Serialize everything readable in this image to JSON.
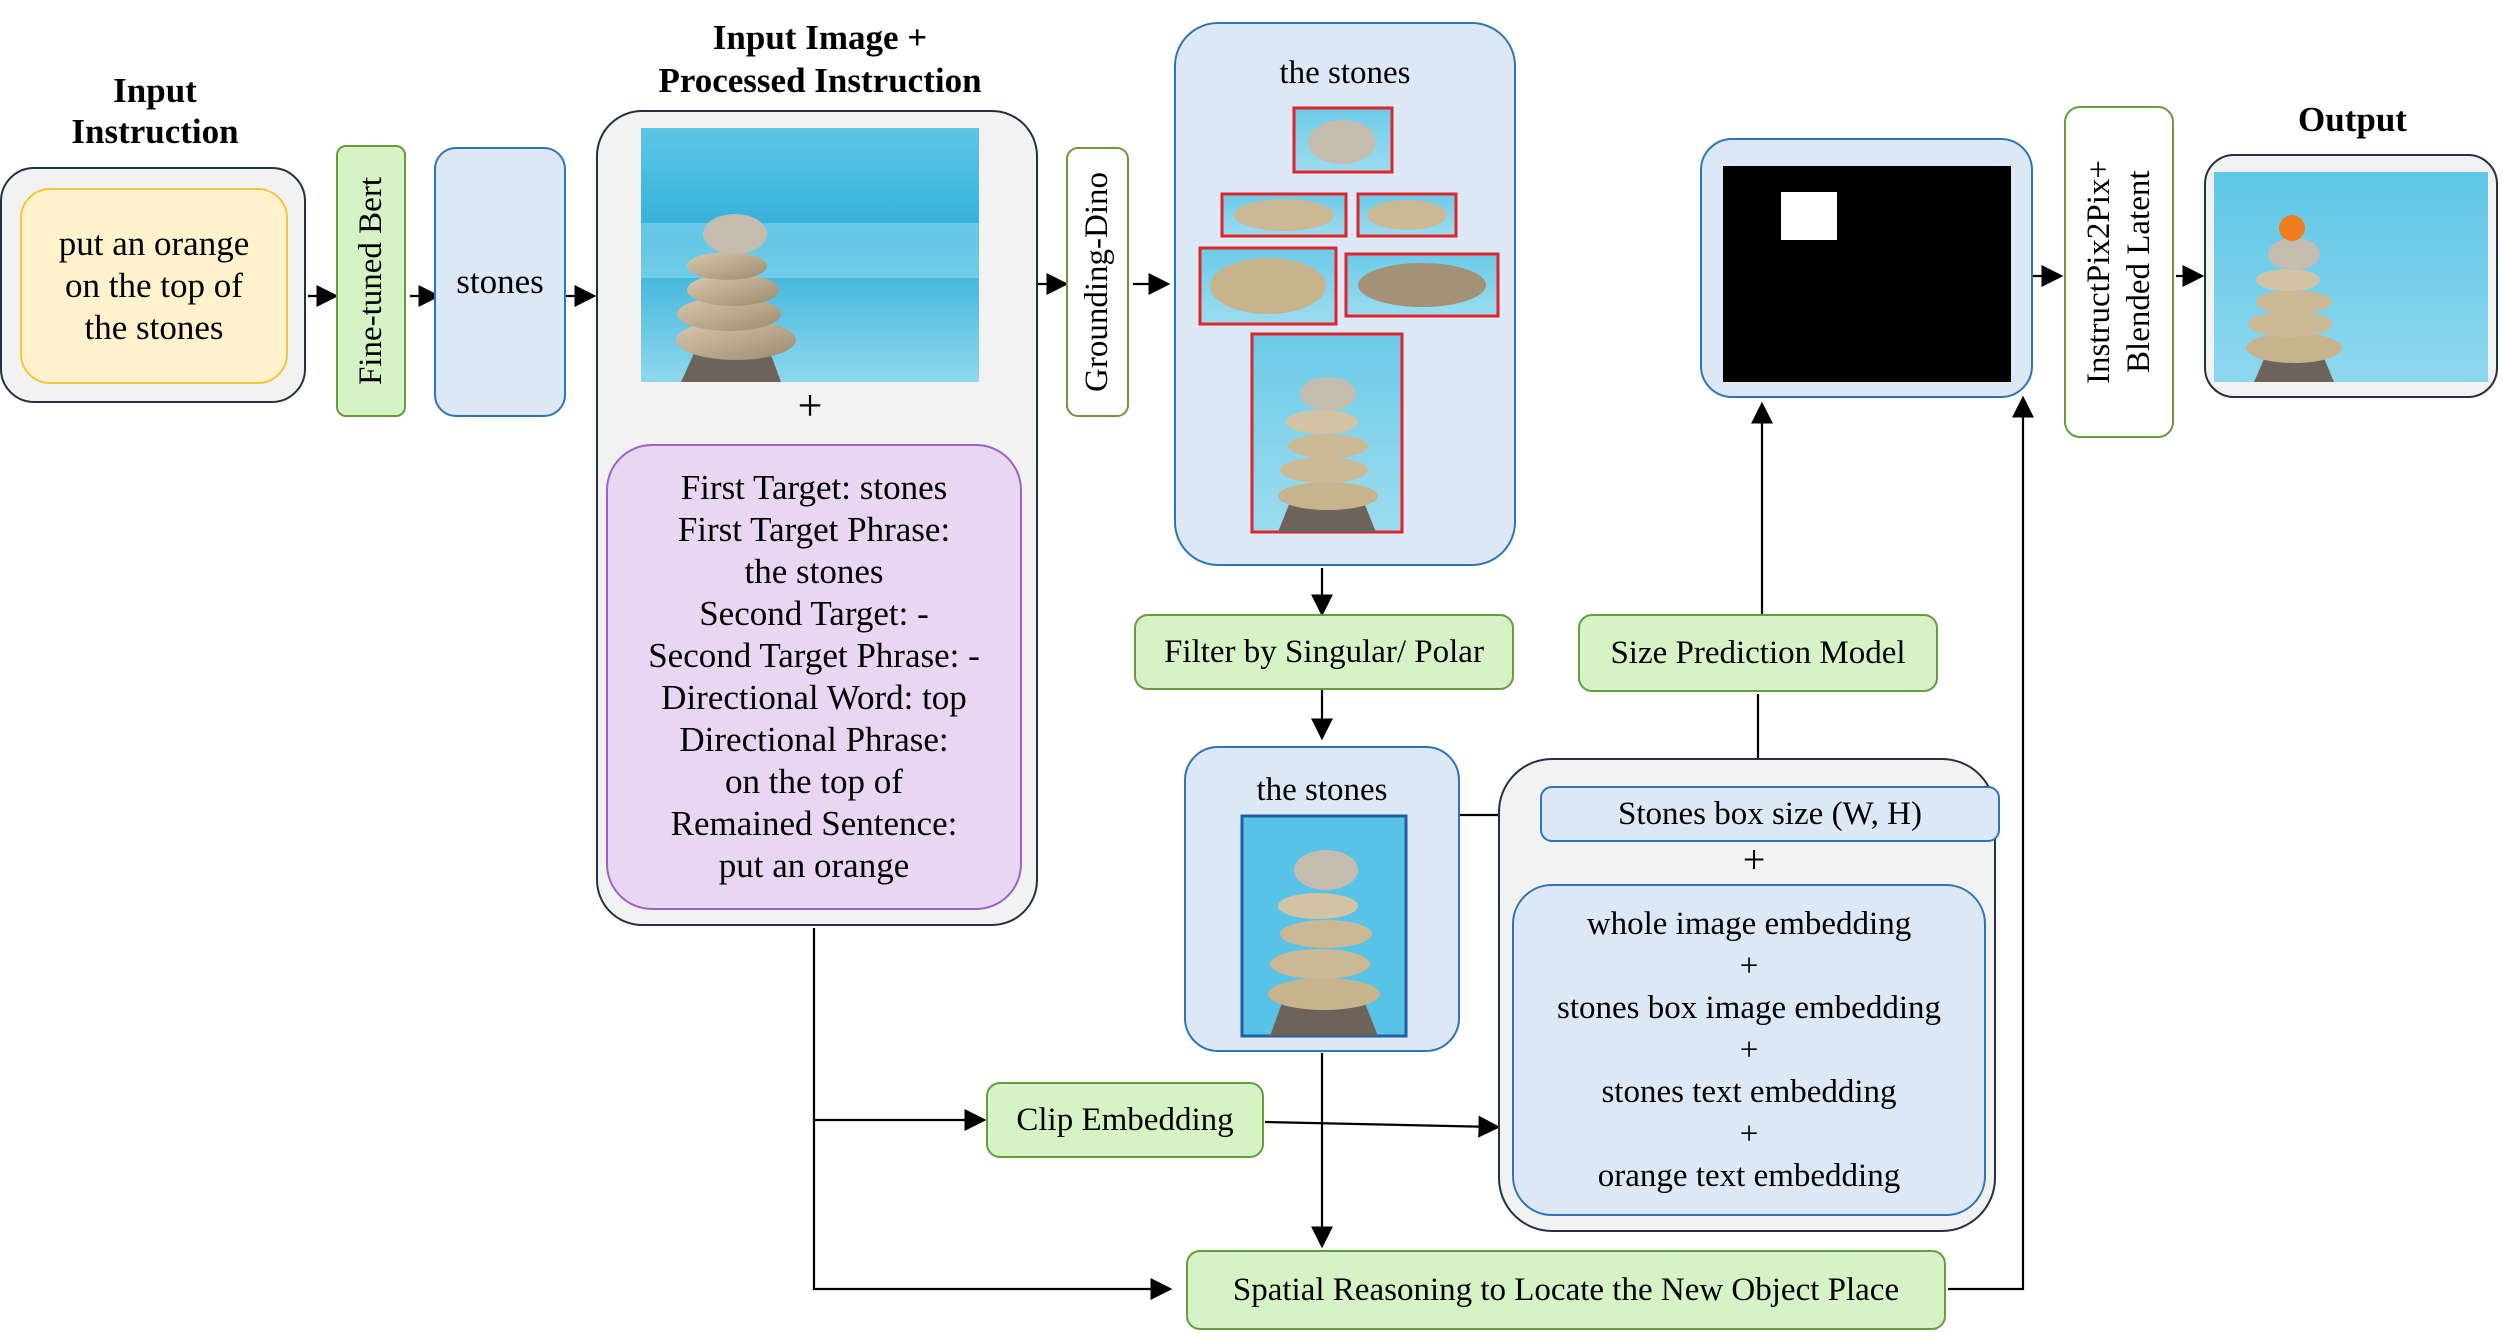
{
  "headers": {
    "input_instruction": [
      "Input",
      "Instruction"
    ],
    "input_image": [
      "Input Image +",
      "Processed Instruction"
    ],
    "output": "Output"
  },
  "instruction": {
    "lines": [
      "put an orange",
      "on the top of",
      "the stones"
    ]
  },
  "model_bert": "Fine-tuned Bert",
  "target_word": "stones",
  "plus_symbol": "+",
  "processed_instruction": {
    "lines": [
      "First Target: stones",
      "First Target Phrase:",
      "the stones",
      "Second Target: -",
      "Second Target Phrase: -",
      "Directional Word: top",
      "Directional Phrase:",
      "on the top of",
      "Remained Sentence:",
      "put an orange"
    ]
  },
  "model_grounding": "Grounding-Dino",
  "detections_title": "the stones",
  "filter_label": "Filter by Singular/ Polar",
  "selected_title": "the stones",
  "size_model": "Size Prediction Model",
  "box_size": "Stones box size (W, H)",
  "embeddings": {
    "lines": [
      "whole image embedding",
      "+",
      "stones box image embedding",
      "+",
      "stones text embedding",
      "+",
      "orange text embedding"
    ]
  },
  "clip_label": "Clip Embedding",
  "spatial_label": "Spatial Reasoning to Locate the New Object Place",
  "blend_model": [
    "InstructPix2Pix+",
    "Blended Latent"
  ],
  "colors": {
    "green_fill": "#d6f3c6",
    "green_border": "#6a9a3f",
    "blue_fill": "#dce8f5",
    "blue_border": "#2e75b6",
    "yellow_fill": "#fff2cc",
    "yellow_border": "#f4c542",
    "purple_fill": "#e8d6f2",
    "purple_border": "#9e61c8",
    "detection_red": "#e0242b",
    "mask_black": "#000000"
  }
}
